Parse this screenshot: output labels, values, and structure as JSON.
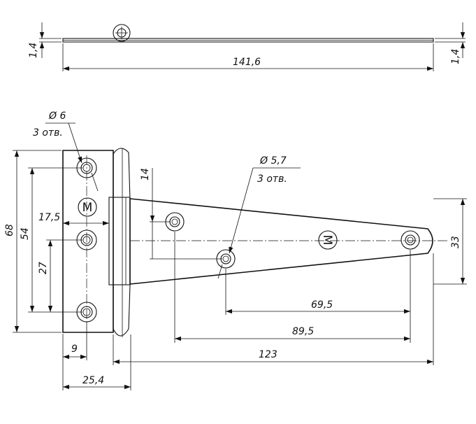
{
  "drawing": {
    "dimensions": {
      "top_thickness_left": "1,4",
      "top_thickness_right": "1,4",
      "overall_length": "141,6",
      "hole_dia_leaf": "Ø 6",
      "hole_count_leaf": "3 отв.",
      "hole_dia_strap": "Ø 5,7",
      "hole_count_strap": "3 отв.",
      "strap_offset": "14",
      "leaf_height": "68",
      "leaf_hole_span": "54",
      "leaf_hole_half_span": "27",
      "leaf_hole_to_knuckle": "17,5",
      "strap_height": "33",
      "strap_span_inner": "69,5",
      "strap_span_outer": "89,5",
      "strap_length": "123",
      "leaf_hole_edge": "9",
      "leaf_width": "25,4"
    },
    "logo_letter": "M"
  }
}
